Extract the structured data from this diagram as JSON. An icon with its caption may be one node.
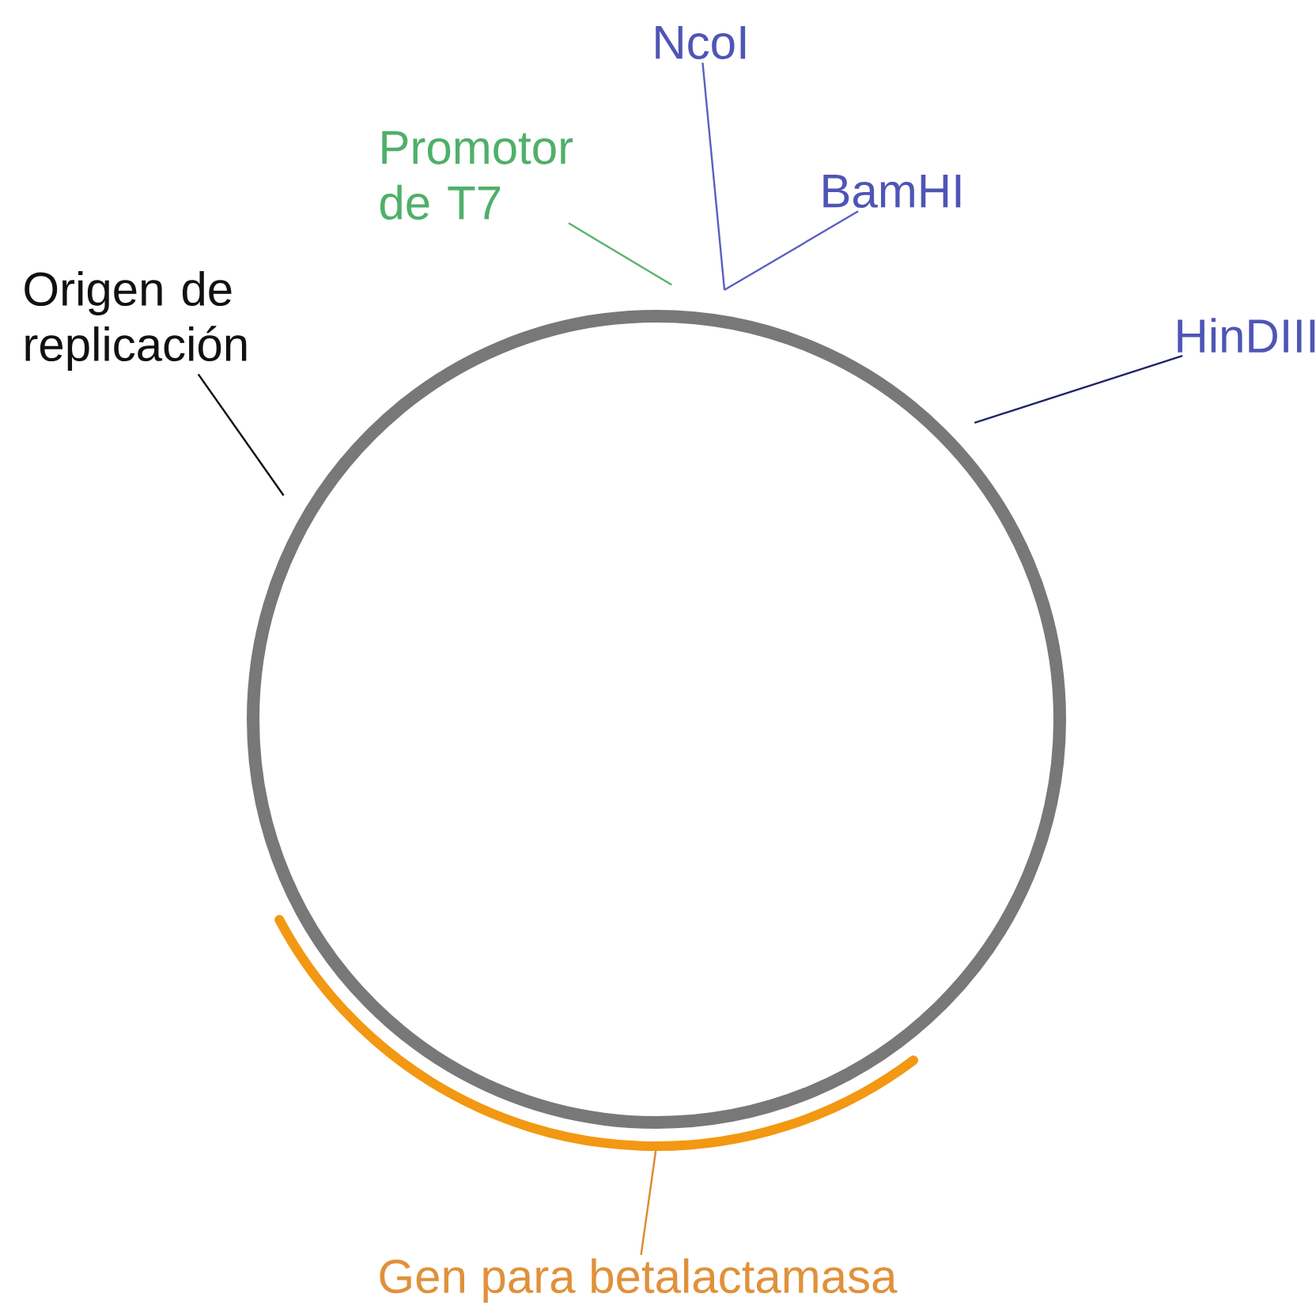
{
  "diagram": {
    "nodes": [
      {
        "text": [],
        "shape": "circle"
      },
      {
        "text": [
          "Origen de replicación"
        ]
      },
      {
        "text": [
          "Promotor de T7"
        ]
      },
      {
        "text": [
          "NcoI"
        ]
      },
      {
        "text": [
          "BamHI"
        ]
      },
      {
        "text": [
          "HinDIII"
        ]
      },
      {
        "text": [],
        "shape": "arc"
      },
      {
        "text": [
          "Gen para betalactamasa"
        ]
      }
    ],
    "edges": [
      {
        "from": 1,
        "to": 0,
        "arrow": "none",
        "color": "#111111"
      },
      {
        "from": 2,
        "to": 0,
        "arrow": "none",
        "color": "#55b36b"
      },
      {
        "from": 3,
        "to": 0,
        "arrow": "none",
        "color": "#5a5fc0"
      },
      {
        "from": 4,
        "to": 0,
        "arrow": "none",
        "color": "#5a5fc0"
      },
      {
        "from": 5,
        "to": 0,
        "arrow": "none",
        "color": "#1f2466"
      },
      {
        "from": 7,
        "to": 6,
        "arrow": "none",
        "color": "#d98a2e"
      }
    ]
  }
}
